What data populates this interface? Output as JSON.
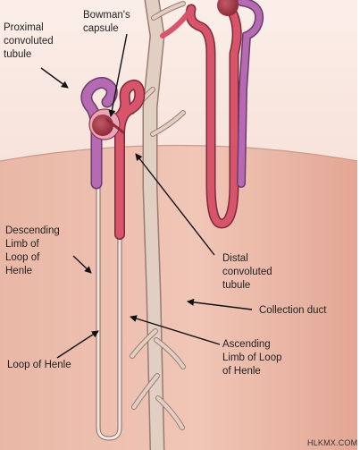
{
  "labels": {
    "proximal": "Proximal\nconvoluted\ntubule",
    "bowman": "Bowman's\ncapsule",
    "descending": "Descending\nLimb of\nLoop of\nHenle",
    "distal": "Distal\nconvoluted\ntubule",
    "collection": "Collection duct",
    "loop": "Loop of Henle",
    "ascending": "Ascending\nLimb of Loop\nof Henle"
  },
  "watermark": "HLKMX.COM",
  "colors": {
    "cortex": "#f7e6de",
    "medulla": "#e8b4a2",
    "proximal_tubule": "#b66ab4",
    "distal_tubule": "#d8546a",
    "glomerulus": "#a83a4a",
    "collecting_duct": "#e2cfc4",
    "henle_thin": "#f1e8e4",
    "arrow": "#111111"
  }
}
